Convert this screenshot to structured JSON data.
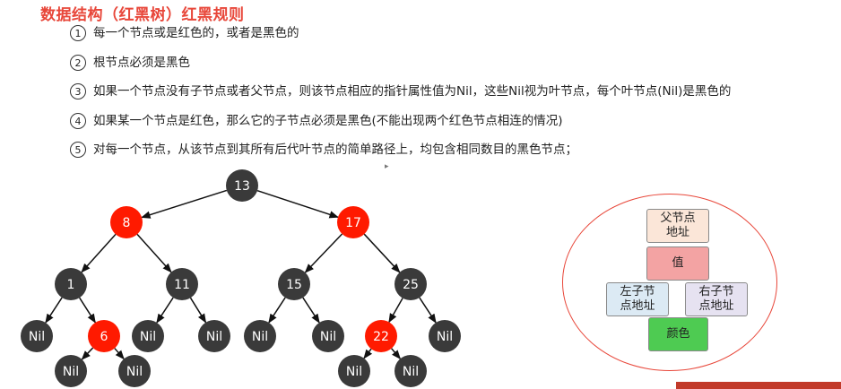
{
  "title": "数据结构（红黑树）红黑规则",
  "rules": [
    {
      "num": "1",
      "text": "每一个节点或是红色的，或者是黑色的"
    },
    {
      "num": "2",
      "text": "根节点必须是黑色"
    },
    {
      "num": "3",
      "text": "如果一个节点没有子节点或者父节点，则该节点相应的指针属性值为Nil，这些Nil视为叶节点，每个叶节点(Nil)是黑色的"
    },
    {
      "num": "4",
      "text": "如果某一个节点是红色，那么它的子节点必须是黑色(不能出现两个红色节点相连的情况)"
    },
    {
      "num": "5",
      "text": "对每一个节点，从该节点到其所有后代叶节点的简单路径上，均包含相同数目的黑色节点；"
    }
  ],
  "colors": {
    "red": "#ff1a00",
    "black": "#3a3a3a",
    "title": "#e8473a"
  },
  "tree": {
    "nodes": [
      {
        "id": "n13",
        "label": "13",
        "color": "black"
      },
      {
        "id": "n8",
        "label": "8",
        "color": "red"
      },
      {
        "id": "n17",
        "label": "17",
        "color": "red"
      },
      {
        "id": "n1",
        "label": "1",
        "color": "black"
      },
      {
        "id": "n11",
        "label": "11",
        "color": "black"
      },
      {
        "id": "n15",
        "label": "15",
        "color": "black"
      },
      {
        "id": "n25",
        "label": "25",
        "color": "black"
      },
      {
        "id": "nil1",
        "label": "Nil",
        "color": "black"
      },
      {
        "id": "n6",
        "label": "6",
        "color": "red"
      },
      {
        "id": "nil2",
        "label": "Nil",
        "color": "black"
      },
      {
        "id": "nil3",
        "label": "Nil",
        "color": "black"
      },
      {
        "id": "nil4",
        "label": "Nil",
        "color": "black"
      },
      {
        "id": "nil5",
        "label": "Nil",
        "color": "black"
      },
      {
        "id": "n22",
        "label": "22",
        "color": "red"
      },
      {
        "id": "nil6",
        "label": "Nil",
        "color": "black"
      },
      {
        "id": "nil7",
        "label": "Nil",
        "color": "black"
      },
      {
        "id": "nil8",
        "label": "Nil",
        "color": "black"
      },
      {
        "id": "nil9",
        "label": "Nil",
        "color": "black"
      },
      {
        "id": "nil10",
        "label": "Nil",
        "color": "black"
      }
    ],
    "edges": [
      [
        "n13",
        "n8"
      ],
      [
        "n13",
        "n17"
      ],
      [
        "n8",
        "n1"
      ],
      [
        "n8",
        "n11"
      ],
      [
        "n17",
        "n15"
      ],
      [
        "n17",
        "n25"
      ],
      [
        "n1",
        "nil1"
      ],
      [
        "n1",
        "n6"
      ],
      [
        "n11",
        "nil2"
      ],
      [
        "n11",
        "nil3"
      ],
      [
        "n15",
        "nil4"
      ],
      [
        "n15",
        "nil5"
      ],
      [
        "n25",
        "n22"
      ],
      [
        "n25",
        "nil6"
      ],
      [
        "n6",
        "nil7"
      ],
      [
        "n6",
        "nil8"
      ],
      [
        "n22",
        "nil9"
      ],
      [
        "n22",
        "nil10"
      ]
    ]
  },
  "node_structure": {
    "parent_address": "父节点\n地址",
    "value": "值",
    "left_child_address": "左子节\n点地址",
    "right_child_address": "右子节\n点地址",
    "color": "颜色"
  }
}
